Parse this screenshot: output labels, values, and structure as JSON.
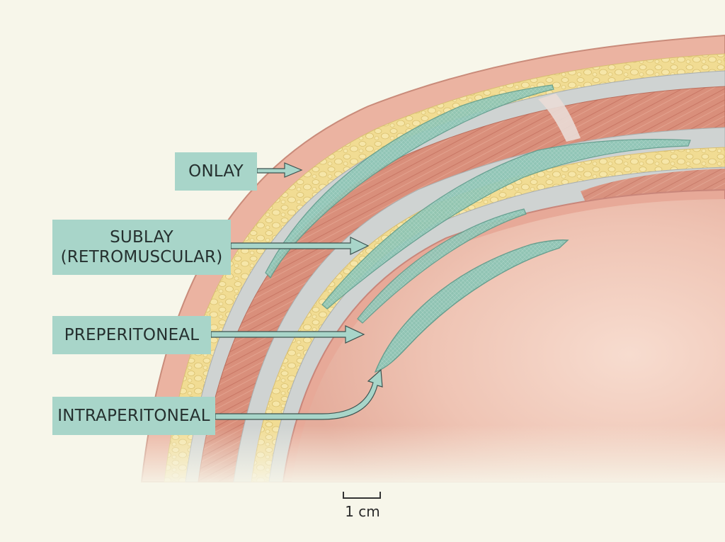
{
  "labels": {
    "onlay": "ONLAY",
    "sublay_line1": "SUBLAY",
    "sublay_line2": "(RETROMUSCULAR)",
    "preperitoneal": "PREPERITONEAL",
    "intraperitoneal": "INTRAPERITONEAL"
  },
  "scale": {
    "text": "1 cm"
  },
  "colors": {
    "background": "#f7f6ea",
    "skin": "#ebb3a1",
    "fat": "#f1dc93",
    "muscle": "#d98f7b",
    "fascia": "#cfd3d2",
    "mesh": "#8cc4b4",
    "cavity": "#efc4b4",
    "label_fill": "#a8d5c9"
  }
}
